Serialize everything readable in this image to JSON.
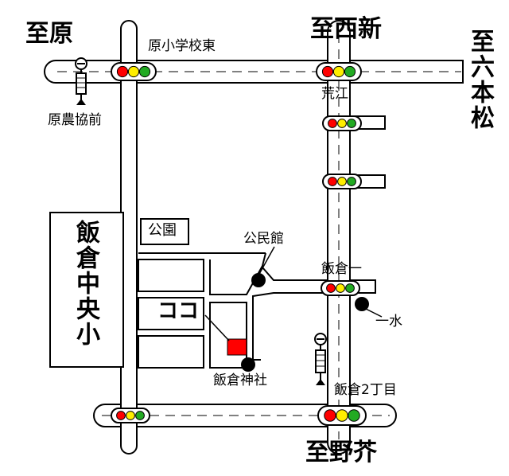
{
  "directions": {
    "hara": "至原",
    "nishishin": "至西新",
    "roppon": "至六本松",
    "noke": "至野芥"
  },
  "bus_stops": {
    "hara_nokyo_mae": "原農協前",
    "iikura_2chome": "飯倉2丁目"
  },
  "intersections": {
    "hara_shogakko_higashi": "原小学校東",
    "arae": "荒江",
    "iikura_ichi": "飯倉一"
  },
  "landmarks": {
    "iikura_chu": "飯倉中央小",
    "koen": "公園",
    "kominkan": "公民館",
    "ichisui": "一水",
    "iikura_jinja": "飯倉神社"
  },
  "destination": {
    "label": "ココ",
    "color": "#ff0000"
  },
  "signal_colors": [
    "#ff0000",
    "#ffee00",
    "#22aa22"
  ],
  "icons": {
    "traffic_light": "traffic-light-icon",
    "bus_stop": "bus-stop-icon",
    "landmark": "black-dot-icon"
  }
}
